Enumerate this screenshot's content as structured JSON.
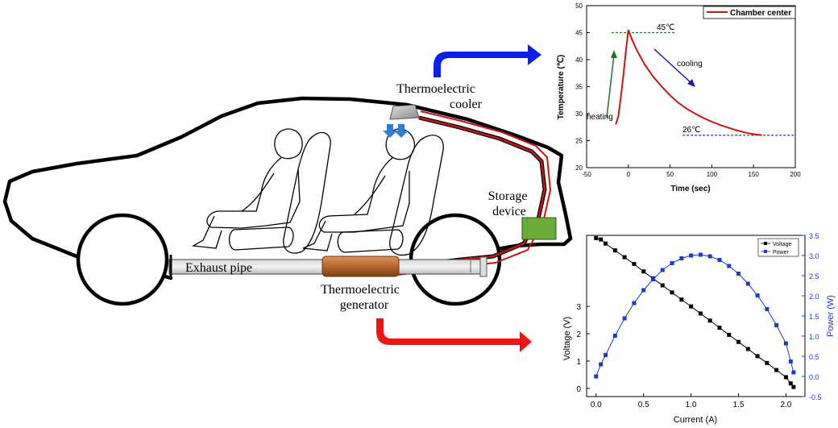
{
  "diagram": {
    "labels": {
      "cooler_line1": "Thermoelectric",
      "cooler_line2": "cooler",
      "storage_line1": "Storage",
      "storage_line2": "device",
      "exhaust": "Exhaust pipe",
      "generator_line1": "Thermoelectric",
      "generator_line2": "generator"
    },
    "colors": {
      "arrow_blue": "#0a1ef0",
      "arrow_red": "#f01414",
      "wire_red": "#c81414",
      "generator": "#b8682a",
      "storage": "#6aab3a",
      "cooler": "#a9a9a9",
      "airflow": "#2e7fd0"
    }
  },
  "chart_data": [
    {
      "type": "line",
      "xlabel": "Time (sec)",
      "ylabel": "Temperature (℃)",
      "xlim": [
        -50,
        200
      ],
      "ylim": [
        20,
        50
      ],
      "xticks": [
        -50,
        0,
        50,
        100,
        150,
        200
      ],
      "yticks": [
        20,
        25,
        30,
        35,
        40,
        45,
        50
      ],
      "legend": {
        "position": "top-right",
        "entries": [
          "Chamber center"
        ]
      },
      "series": [
        {
          "name": "Chamber center",
          "color": "#c81414",
          "x": [
            -15,
            -12,
            -9,
            -6,
            -3,
            0,
            5,
            10,
            20,
            30,
            40,
            50,
            60,
            70,
            80,
            90,
            100,
            110,
            120,
            130,
            140,
            150,
            160
          ],
          "y": [
            28,
            29.5,
            33,
            37,
            41.5,
            45.5,
            43.5,
            41.8,
            39,
            36.8,
            35,
            33.4,
            32,
            30.9,
            30,
            29.2,
            28.5,
            27.9,
            27.4,
            26.9,
            26.5,
            26.2,
            26
          ]
        }
      ],
      "reference_lines": [
        {
          "label": "45℃",
          "y": 45,
          "x_from": -20,
          "x_to": 57,
          "color": "#1a7a1a"
        },
        {
          "label": "26℃",
          "y": 26,
          "x_from": 65,
          "x_to": 200,
          "color": "#1a1aa0"
        }
      ],
      "annotations": [
        {
          "text": "heating",
          "color": "#1a7a1a"
        },
        {
          "text": "cooling",
          "color": "#1a1aa0"
        }
      ]
    },
    {
      "type": "line",
      "xlabel": "Current (A)",
      "ylabel": "Voltage (V)",
      "y2label": "Power (W)",
      "xlim": [
        -0.1,
        2.2
      ],
      "xticks": [
        0.0,
        0.5,
        1.0,
        1.5,
        2.0
      ],
      "ylim": [
        -0.3,
        5.6
      ],
      "yticks": [
        0,
        1,
        2,
        3
      ],
      "y2lim": [
        -0.5,
        3.5
      ],
      "y2ticks": [
        -0.5,
        0.0,
        0.5,
        1.0,
        1.5,
        2.0,
        2.5,
        3.0,
        3.5
      ],
      "legend": {
        "position": "top-right",
        "entries": [
          "Voltage",
          "Power"
        ]
      },
      "series": [
        {
          "name": "Voltage",
          "axis": "left",
          "color": "#000000",
          "x": [
            0.0,
            0.05,
            0.1,
            0.2,
            0.3,
            0.4,
            0.5,
            0.6,
            0.7,
            0.8,
            0.9,
            1.0,
            1.1,
            1.2,
            1.3,
            1.4,
            1.5,
            1.6,
            1.7,
            1.8,
            1.9,
            2.0,
            2.05,
            2.08
          ],
          "y": [
            5.5,
            5.45,
            5.3,
            5.05,
            4.8,
            4.55,
            4.28,
            4.02,
            3.77,
            3.51,
            3.25,
            3.0,
            2.74,
            2.48,
            2.22,
            1.96,
            1.7,
            1.44,
            1.18,
            0.93,
            0.67,
            0.41,
            0.18,
            0.05
          ]
        },
        {
          "name": "Power",
          "axis": "right",
          "color": "#1a3ad0",
          "x": [
            0.0,
            0.05,
            0.1,
            0.2,
            0.3,
            0.4,
            0.5,
            0.6,
            0.7,
            0.8,
            0.9,
            1.0,
            1.1,
            1.2,
            1.3,
            1.4,
            1.5,
            1.6,
            1.7,
            1.8,
            1.9,
            2.0,
            2.05,
            2.08
          ],
          "y": [
            0.0,
            0.3,
            0.53,
            1.01,
            1.44,
            1.82,
            2.14,
            2.41,
            2.64,
            2.81,
            2.93,
            3.0,
            3.02,
            2.98,
            2.89,
            2.74,
            2.55,
            2.3,
            2.01,
            1.67,
            1.27,
            0.82,
            0.37,
            0.1
          ]
        }
      ]
    }
  ]
}
